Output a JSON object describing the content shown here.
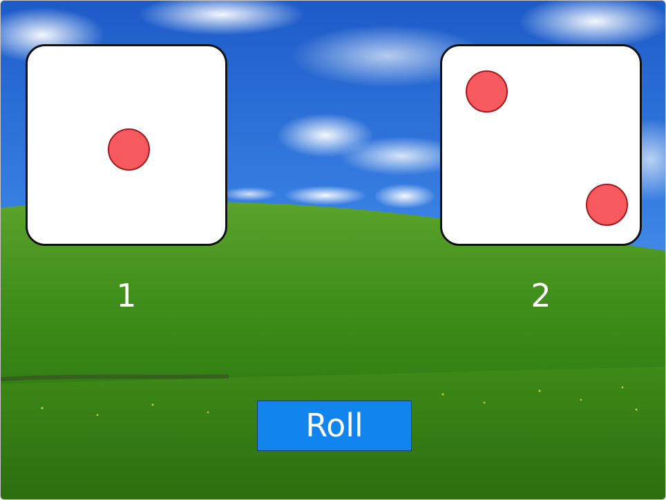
{
  "dice": [
    {
      "value": "1",
      "pips": 1
    },
    {
      "value": "2",
      "pips": 2
    }
  ],
  "controls": {
    "roll_label": "Roll"
  },
  "colors": {
    "die_face": "#ffffff",
    "die_border": "#111111",
    "pip_fill": "#f65a5f",
    "pip_border": "#a1181e",
    "button_bg": "#1284ee",
    "value_text": "#ffffff"
  }
}
